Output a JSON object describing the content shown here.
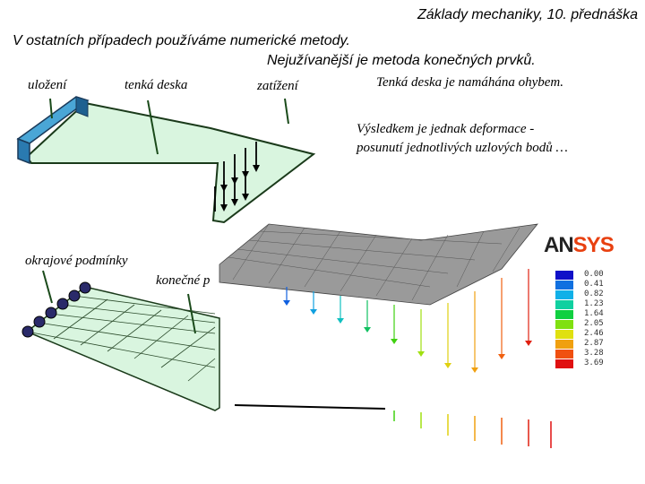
{
  "slide": {
    "header": "Základy mechaniky, 10. přednáška",
    "line1": "V ostatních případech používáme numerické metody.",
    "line2": "Nejužívanější je metoda konečných prvků."
  },
  "labels": {
    "ulozeni": "uložení",
    "tenka_deska": "tenká deska",
    "zatizeni": "zatížení",
    "namahana": "Tenká deska je namáhána ohybem.",
    "vysledek1": "Výsledkem je jednak deformace -",
    "vysledek2": "posunutí jednotlivých uzlových bodů …",
    "okrajove": "okrajové podmínky",
    "konecne": "konečné p"
  },
  "ansys": {
    "logo_a": "AN",
    "logo_b": "SYS",
    "legend": [
      {
        "value": "0.00",
        "color": "#1010c8"
      },
      {
        "value": "0.41",
        "color": "#1070e0"
      },
      {
        "value": "0.82",
        "color": "#10b0e8"
      },
      {
        "value": "1.23",
        "color": "#10d0a0"
      },
      {
        "value": "1.64",
        "color": "#10d040"
      },
      {
        "value": "2.05",
        "color": "#80e010"
      },
      {
        "value": "2.46",
        "color": "#e0e010"
      },
      {
        "value": "2.87",
        "color": "#f0a010"
      },
      {
        "value": "3.28",
        "color": "#f05010"
      },
      {
        "value": "3.69",
        "color": "#e01010"
      }
    ]
  }
}
